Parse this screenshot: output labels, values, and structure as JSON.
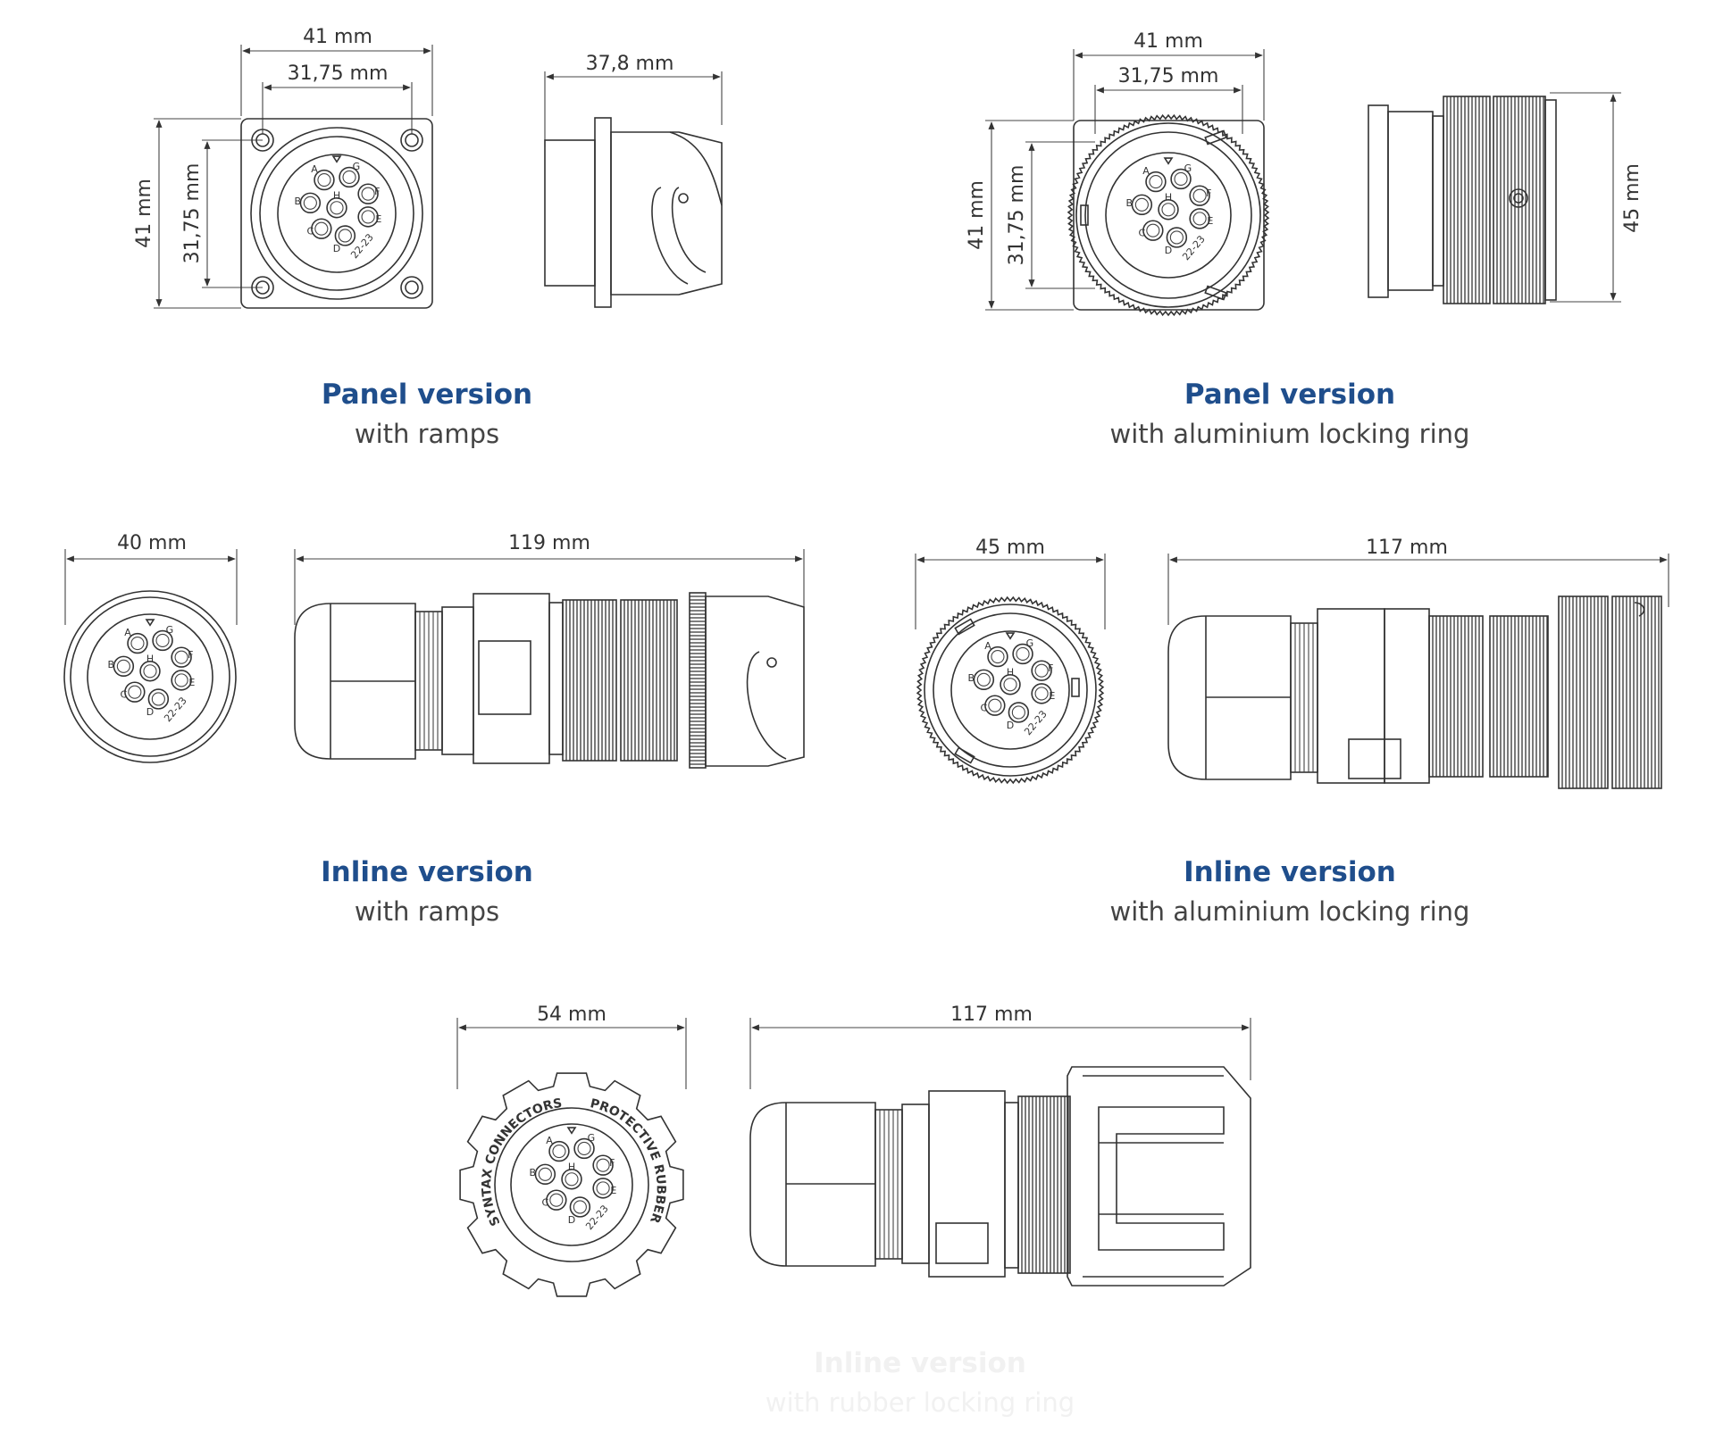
{
  "dimensions": {
    "panel_ramps_width": "41 mm",
    "panel_ramps_holes": "31,75 mm",
    "panel_ramps_height": "41 mm",
    "panel_ramps_vholes": "31,75 mm",
    "panel_ramps_depth": "37,8 mm",
    "panel_ring_width": "41 mm",
    "panel_ring_holes": "31,75 mm",
    "panel_ring_height": "41 mm",
    "panel_ring_vholes": "31,75 mm",
    "panel_ring_side": "45 mm",
    "inline_ramps_diameter": "40 mm",
    "inline_ramps_length": "119 mm",
    "inline_ring_diameter": "45 mm",
    "inline_ring_length": "117 mm",
    "inline_rubber_diameter": "54 mm",
    "inline_rubber_length": "117 mm"
  },
  "captions": [
    {
      "title": "Panel version",
      "subtitle": "with ramps"
    },
    {
      "title": "Panel version",
      "subtitle": "with aluminium locking ring"
    },
    {
      "title": "Inline version",
      "subtitle": "with ramps"
    },
    {
      "title": "Inline version",
      "subtitle": "with aluminium locking ring"
    },
    {
      "title": "Inline version",
      "subtitle": "with rubber locking ring"
    }
  ],
  "pin_letters": [
    "A",
    "B",
    "C",
    "D",
    "E",
    "F",
    "G",
    "H"
  ],
  "insert_code": "22-23",
  "rubber_ring_text": {
    "left": "SYNTAX CONNECTORS",
    "right": "PROTECTIVE RUBBER"
  },
  "colors": {
    "caption_title": "#1f4e8c",
    "caption_subtitle": "#444444",
    "drawing_line": "#333333"
  }
}
